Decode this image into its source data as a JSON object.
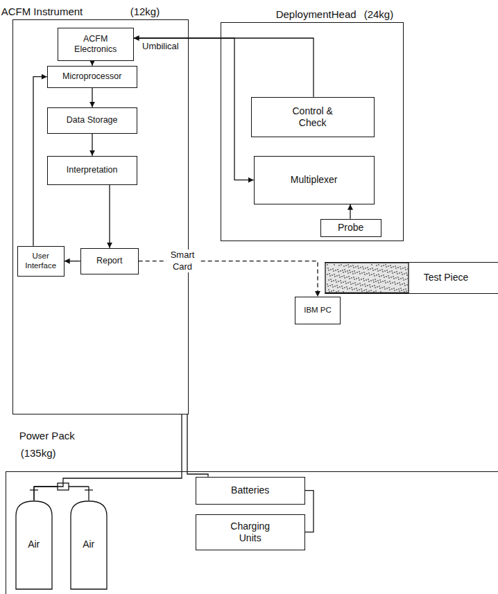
{
  "diagram": {
    "nodes": [
      {
        "text": [
          "ACFM Instrument",
          "(12kg)"
        ]
      },
      {
        "text": [
          "ACFM Electronics"
        ],
        "in": 0
      },
      {
        "text": [
          "Microprocessor"
        ],
        "in": 0
      },
      {
        "text": [
          "Data Storage"
        ],
        "in": 0
      },
      {
        "text": [
          "Interpretation"
        ],
        "in": 0
      },
      {
        "text": [
          "User Interface"
        ],
        "in": 0
      },
      {
        "text": [
          "Report"
        ],
        "in": 0
      },
      {
        "text": [
          "DeploymentHead",
          "(24kg)"
        ]
      },
      {
        "text": [
          "Control & Check"
        ],
        "in": 7
      },
      {
        "text": [
          "Multiplexer"
        ],
        "in": 7
      },
      {
        "text": [
          "Probe"
        ],
        "in": 7
      },
      {
        "text": [
          "Test Piece"
        ]
      },
      {
        "text": [
          "IBM PC"
        ]
      },
      {
        "text": [
          "Power Pack",
          "(135kg)"
        ]
      },
      {
        "text": [
          "Air"
        ],
        "in": 13
      },
      {
        "text": [
          "Air"
        ],
        "in": 13
      },
      {
        "text": [
          "Batteries"
        ],
        "in": 13
      },
      {
        "text": [
          "Charging Units"
        ],
        "in": 13
      }
    ],
    "edges": [
      {
        "from": 8,
        "to": 1,
        "label": "Umbilical",
        "arrow": "to"
      },
      {
        "from": 1,
        "to": 9,
        "arrow": "to"
      },
      {
        "from": 10,
        "to": 9,
        "arrow": "to"
      },
      {
        "from": 1,
        "to": 2,
        "arrow": "to"
      },
      {
        "from": 2,
        "to": 3,
        "arrow": "to"
      },
      {
        "from": 3,
        "to": 4,
        "arrow": "to"
      },
      {
        "from": 4,
        "to": 6,
        "arrow": "to"
      },
      {
        "from": 6,
        "to": 5,
        "arrow": "to"
      },
      {
        "from": 5,
        "to": 2,
        "arrow": "to"
      },
      {
        "from": 6,
        "to": 12,
        "label": "Smart Card",
        "arrow": "to"
      },
      {
        "from": 0,
        "to": 14,
        "arrow": "none"
      },
      {
        "from": 0,
        "to": 16,
        "arrow": "none"
      },
      {
        "from": 16,
        "to": 17,
        "arrow": "none"
      }
    ]
  }
}
